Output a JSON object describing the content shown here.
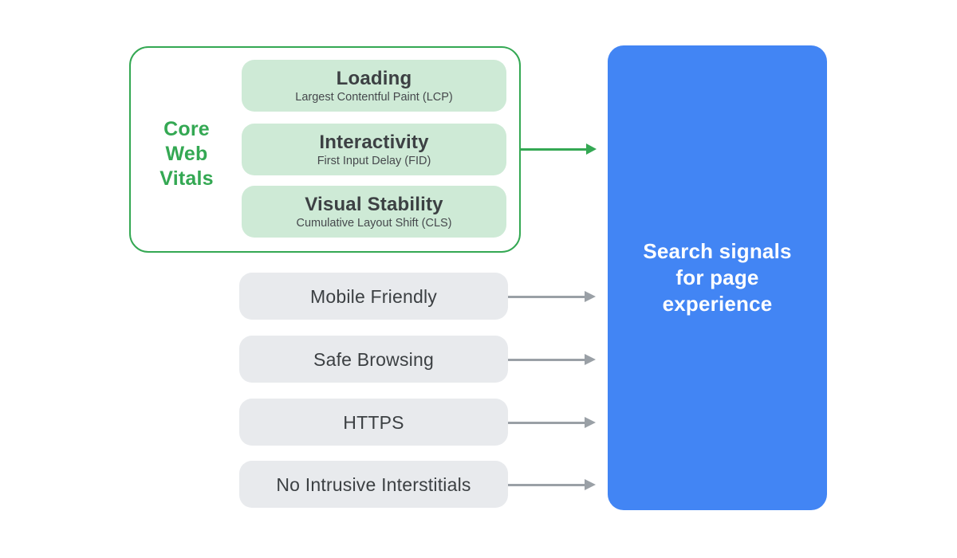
{
  "core_web_vitals": {
    "label_lines": [
      "Core",
      "Web",
      "Vitals"
    ],
    "items": [
      {
        "title": "Loading",
        "subtitle": "Largest Contentful Paint (LCP)"
      },
      {
        "title": "Interactivity",
        "subtitle": "First Input Delay (FID)"
      },
      {
        "title": "Visual Stability",
        "subtitle": "Cumulative Layout Shift (CLS)"
      }
    ]
  },
  "other_signals": [
    {
      "label": "Mobile Friendly"
    },
    {
      "label": "Safe Browsing"
    },
    {
      "label": "HTTPS"
    },
    {
      "label": "No Intrusive Interstitials"
    }
  ],
  "result": {
    "label_lines": [
      "Search signals",
      "for page",
      "experience"
    ]
  },
  "icons": {
    "green_arrow": "arrow-right",
    "gray_arrow": "arrow-right"
  },
  "colors": {
    "green": "#34A853",
    "light_green": "#CEEAD6",
    "gray_pill": "#E8EAED",
    "blue": "#4285F4",
    "arrow_gray": "#9AA0A6",
    "text_dark": "#3C4043",
    "text_white": "#FFFFFF",
    "background": "#FFFFFF"
  }
}
